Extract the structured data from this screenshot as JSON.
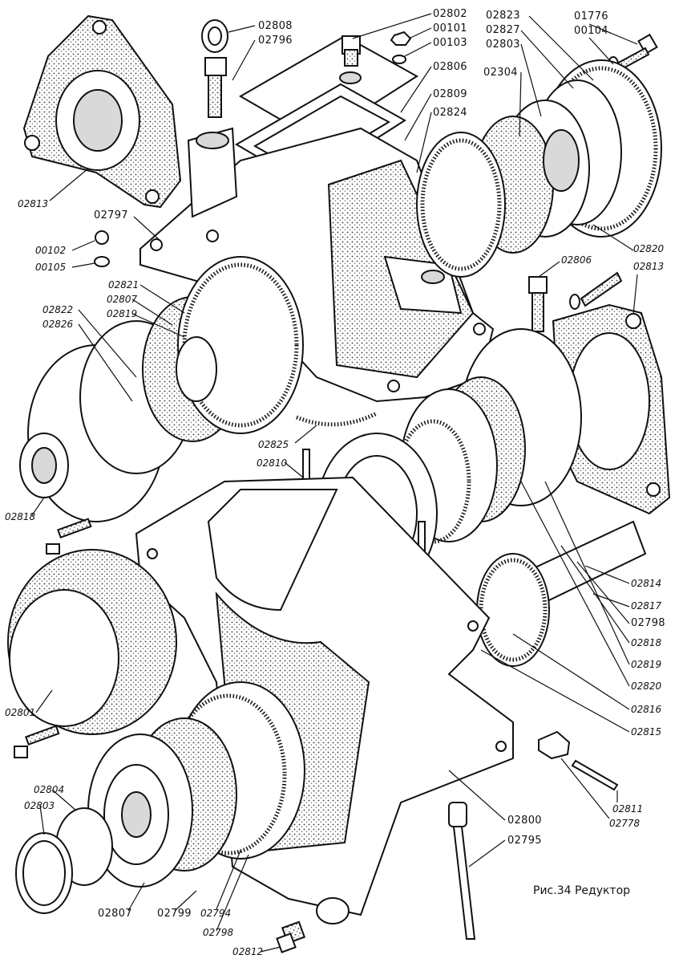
{
  "caption": "Рис.34 Редуктор",
  "labels": {
    "l02808": "02808",
    "l02796": "02796",
    "l02802": "02802",
    "l00101": "00101",
    "l00103": "00103",
    "l02806a": "02806",
    "l02809": "02809",
    "l02824": "02824",
    "l02823": "02823",
    "l02827": "02827",
    "l02803a": "02803",
    "l02304": "02304",
    "l01776": "01776",
    "l00104": "00104",
    "l02813a": "02813",
    "l02797": "02797",
    "l00102": "00102",
    "l00105": "00105",
    "l02821": "02821",
    "l02807a": "02807",
    "l02819a": "02819",
    "l02822": "02822",
    "l02826": "02826",
    "l02820a": "02820",
    "l02806b": "02806",
    "l02813b": "02813",
    "l02825": "02825",
    "l02810": "02810",
    "l02818a": "02818",
    "l02814": "02814",
    "l02817": "02817",
    "l02798a": "02798",
    "l02818b": "02818",
    "l02819b": "02819",
    "l02820b": "02820",
    "l02816": "02816",
    "l02815": "02815",
    "l02801": "02801",
    "l02804": "02804",
    "l02803b": "02803",
    "l02811": "02811",
    "l02778": "02778",
    "l02800": "02800",
    "l02795": "02795",
    "l02807b": "02807",
    "l02799": "02799",
    "l02794": "02794",
    "l02798b": "02798",
    "l02812": "02812"
  }
}
